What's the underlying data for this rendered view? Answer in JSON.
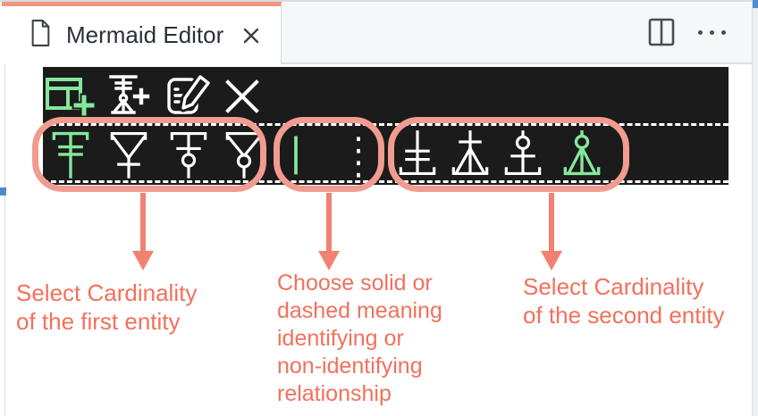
{
  "window": {
    "tab": {
      "title": "Mermaid Editor",
      "file_icon": "file-icon",
      "close_icon": "close-icon",
      "accent_color": "#f29582"
    },
    "tabbar_actions": {
      "split_editor_icon": "split-editor-icon",
      "more_actions_icon": "ellipsis-icon"
    }
  },
  "toolbar": {
    "background": "#1b1b1b",
    "selected_color": "#84e89a",
    "actions_row": [
      {
        "icon": "add-entity-icon",
        "selected": true
      },
      {
        "icon": "add-relationship-icon",
        "selected": false
      },
      {
        "icon": "edit-relationship-icon",
        "selected": false
      },
      {
        "icon": "delete-icon",
        "selected": false
      }
    ],
    "first_entity_cardinality": [
      {
        "icon": "exactly-one-icon",
        "selected": true
      },
      {
        "icon": "one-or-many-icon",
        "selected": false
      },
      {
        "icon": "zero-or-one-icon",
        "selected": false
      },
      {
        "icon": "zero-or-many-icon",
        "selected": false
      }
    ],
    "relationship_style": [
      {
        "icon": "solid-line-icon",
        "selected": true
      },
      {
        "icon": "dashed-line-icon",
        "selected": false
      }
    ],
    "second_entity_cardinality": [
      {
        "icon": "exactly-one-icon",
        "selected": false
      },
      {
        "icon": "one-or-many-icon",
        "selected": false
      },
      {
        "icon": "zero-or-one-icon",
        "selected": false
      },
      {
        "icon": "zero-or-many-icon",
        "selected": true
      }
    ]
  },
  "annotations": [
    {
      "lines": [
        "Select Cardinality",
        "of the first entity"
      ]
    },
    {
      "lines": [
        "Choose solid or",
        "dashed meaning",
        "identifying or",
        "non-identifying",
        "relationship"
      ]
    },
    {
      "lines": [
        "Select Cardinality",
        "of the second entity"
      ]
    }
  ],
  "colors": {
    "annotation_text": "#f3705c",
    "annotation_ring": "#f19c8f",
    "annotation_arrow": "#f08272",
    "accent_green": "#84e89a",
    "toolbar_bg": "#1b1b1b",
    "scroll_marker_blue": "#4e8bd0"
  }
}
